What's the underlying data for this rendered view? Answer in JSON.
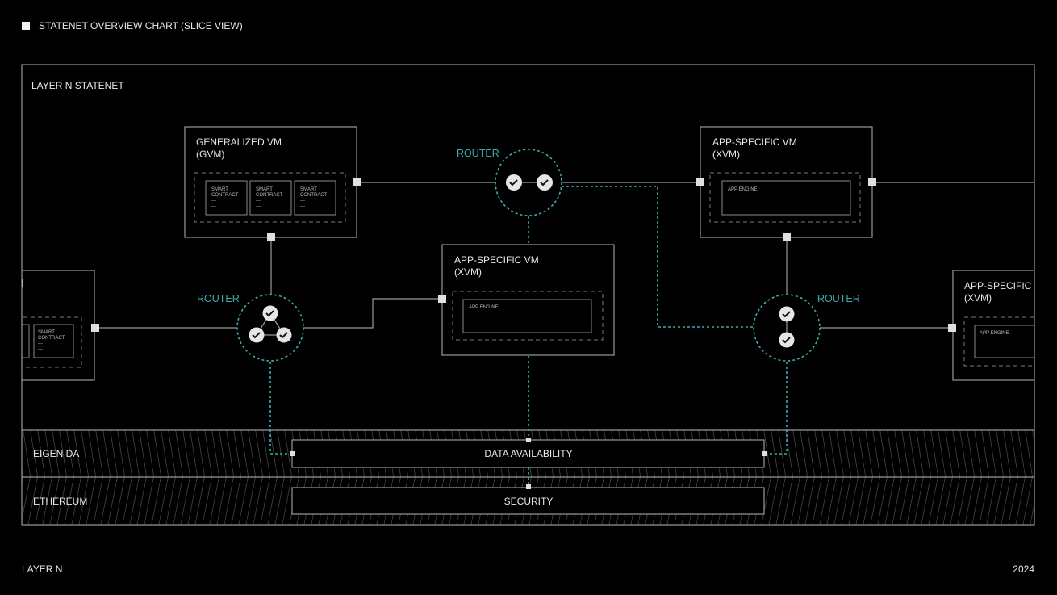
{
  "header": {
    "title": "STATENET OVERVIEW CHART (SLICE VIEW)"
  },
  "frame": {
    "title": "LAYER N STATENET"
  },
  "gvm": {
    "title_line1": "GENERALIZED VM",
    "title_line2": "(GVM)",
    "contracts": [
      {
        "line1": "SMART",
        "line2": "CONTRACT",
        "line3": "---",
        "line4": "---"
      },
      {
        "line1": "SMART",
        "line2": "CONTRACT",
        "line3": "---",
        "line4": "---"
      },
      {
        "line1": "SMART",
        "line2": "CONTRACT",
        "line3": "---",
        "line4": "---"
      }
    ]
  },
  "left_partial": {
    "contract": {
      "line1": "SMART",
      "line2": "CONTRACT",
      "line3": "---",
      "line4": "---"
    }
  },
  "xvm_top": {
    "title_line1": "APP-SPECIFIC VM",
    "title_line2": "(XVM)",
    "engine": "APP ENGINE"
  },
  "xvm_mid": {
    "title_line1": "APP-SPECIFIC VM",
    "title_line2": "(XVM)",
    "engine": "APP ENGINE"
  },
  "xvm_right": {
    "title_line1": "APP-SPECIFIC VM",
    "title_line2": "(XVM)",
    "engine": "APP ENGINE"
  },
  "routers": {
    "top": "ROUTER",
    "left": "ROUTER",
    "right": "ROUTER"
  },
  "layers": {
    "eigen": {
      "label": "EIGEN DA",
      "box": "DATA AVAILABILITY"
    },
    "ethereum": {
      "label": "ETHEREUM",
      "box": "SECURITY"
    }
  },
  "footer": {
    "left": "LAYER N",
    "right": "2024"
  },
  "colors": {
    "background": "#000000",
    "accent_teal": "#3fa9ad",
    "lines": "#9a9a9a"
  }
}
